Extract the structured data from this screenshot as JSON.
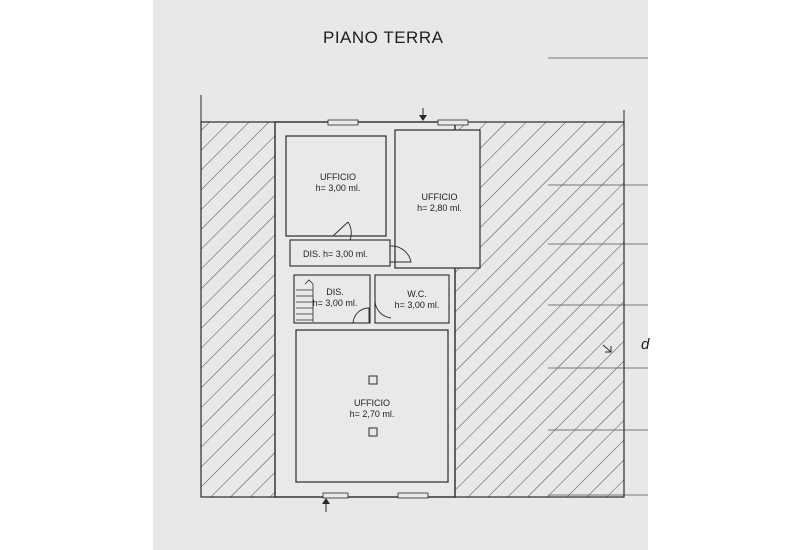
{
  "plan": {
    "title": "PIANO TERRA",
    "rooms": [
      {
        "id": "ufficio-1",
        "name": "UFFICIO",
        "height": "h= 3,00 ml."
      },
      {
        "id": "ufficio-2",
        "name": "UFFICIO",
        "height": "h= 2,80 ml."
      },
      {
        "id": "dis-1",
        "name": "DIS.",
        "height": "h= 3,00 ml."
      },
      {
        "id": "dis-2",
        "name": "DIS.",
        "height": "h= 3,00 ml."
      },
      {
        "id": "wc",
        "name": "W.C.",
        "height": "h= 3,00 ml."
      },
      {
        "id": "ufficio-3",
        "name": "UFFICIO",
        "height": "h= 2,70 ml."
      }
    ],
    "margin_letter": "d"
  },
  "colors": {
    "paper": "#e8e8e6",
    "ink": "#2a2a2a",
    "hatch": "#3a3a3a"
  }
}
